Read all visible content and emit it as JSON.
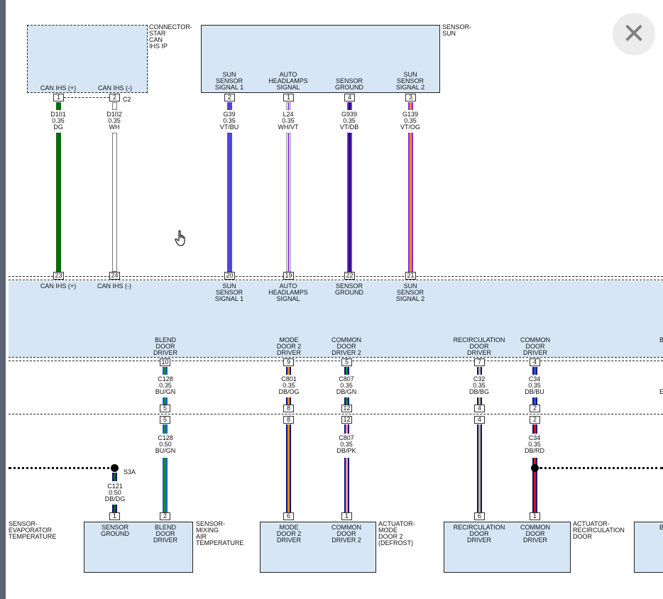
{
  "close_icon": "close-icon",
  "cursor_icon": "hand-pointer-icon",
  "wire_colors": {
    "DG": "#0a6b0a",
    "WH": "#ffffff",
    "VT": "#8a2be2",
    "BU": "#1e5adc",
    "DB": "#10107a",
    "OG": "#ff8c00",
    "GN": "#0f8f2f",
    "RD": "#e01010",
    "PK": "#ff8fb0",
    "BG": "#c8b28a"
  },
  "connector_star": {
    "name": "CONNECTOR-\nSTAR\nCAN\nIHS IP",
    "connector": "C2",
    "pins": [
      {
        "pin": "1",
        "label": "CAN IHS (+)"
      },
      {
        "pin": "2",
        "label": "CAN IHS (-)"
      }
    ]
  },
  "sensor_sun": {
    "name": "SENSOR-\nSUN",
    "pins": [
      {
        "pin": "2",
        "label": "SUN\nSENSOR\nSIGNAL 1"
      },
      {
        "pin": "1",
        "label": "AUTO\nHEADLAMPS\nSIGNAL"
      },
      {
        "pin": "4",
        "label": "SENSOR\nGROUND"
      },
      {
        "pin": "3",
        "label": "SUN\nSENSOR\nSIGNAL 2"
      }
    ]
  },
  "upper_wires": [
    {
      "circuit": "D101",
      "gauge": "0.35",
      "color": "DG"
    },
    {
      "circuit": "D102",
      "gauge": "0.35",
      "color": "WH"
    },
    {
      "circuit": "G39",
      "gauge": "0.35",
      "color": "VT/BU"
    },
    {
      "circuit": "L24",
      "gauge": "0.35",
      "color": "WH/VT"
    },
    {
      "circuit": "G939",
      "gauge": "0.35",
      "color": "VT/DB"
    },
    {
      "circuit": "G139",
      "gauge": "0.35",
      "color": "VT/OG"
    }
  ],
  "module_top_pins": [
    {
      "pin": "23",
      "label": "CAN IHS (+)"
    },
    {
      "pin": "24",
      "label": "CAN IHS (-)"
    },
    {
      "pin": "20",
      "label": "SUN\nSENSOR\nSIGNAL 1"
    },
    {
      "pin": "19",
      "label": "AUTO\nHEADLAMPS\nSIGNAL"
    },
    {
      "pin": "22",
      "label": "SENSOR\nGROUND"
    },
    {
      "pin": "21",
      "label": "SUN\nSENSOR\nSIGNAL 2"
    }
  ],
  "module_bottom_pins": [
    {
      "pin": "10",
      "label": "BLEND\nDOOR\nDRIVER"
    },
    {
      "pin": "9",
      "label": "MODE\nDOOR 2\nDRIVER"
    },
    {
      "pin": "5",
      "label": "COMMON\nDOOR\nDRIVER 2"
    },
    {
      "pin": "7",
      "label": "RECIRCULATION\nDOOR\nDRIVER"
    },
    {
      "pin": "4",
      "label": "COMMON\nDOOR\nDRIVER"
    },
    {
      "pin": "",
      "label": "B"
    }
  ],
  "mid_wires": [
    {
      "circuit": "C128",
      "gauge": "0.35",
      "color": "BU/GN"
    },
    {
      "circuit": "C801",
      "gauge": "0.35",
      "color": "DB/OG"
    },
    {
      "circuit": "C807",
      "gauge": "0.35",
      "color": "DB/GN"
    },
    {
      "circuit": "C32",
      "gauge": "0.35",
      "color": "DB/BG"
    },
    {
      "circuit": "C34",
      "gauge": "0.35",
      "color": "DB/BU"
    }
  ],
  "inline_connector": {
    "upper_pins": [
      "5",
      "8",
      "12",
      "4",
      "2"
    ],
    "lower_pins": [
      "5",
      "8",
      "12",
      "4",
      "2"
    ]
  },
  "lower_wires": [
    {
      "circuit": "C128",
      "gauge": "0.50",
      "color": "BU/GN"
    },
    {
      "circuit": "C807",
      "gauge": "0.35",
      "color": "DB/PK"
    },
    {
      "circuit": "C34",
      "gauge": "0.35",
      "color": "DB/RD"
    }
  ],
  "splice_s3a": {
    "name": "S3A",
    "circuit": "C121",
    "gauge": "0.50",
    "color": "DB/DG"
  },
  "bottom_components": [
    {
      "name": "SENSOR-\nEVAPORATOR\nTEMPERATURE",
      "pins": []
    },
    {
      "name": "SENSOR-\nMIXING\nAIR\nTEMPERATURE",
      "pins": [
        {
          "pin": "1",
          "label": "SENSOR\nGROUND"
        },
        {
          "pin": "2",
          "label": "BLEND\nDOOR\nDRIVER"
        }
      ]
    },
    {
      "name": "ACTUATOR-\nMODE\nDOOR 2\n(DEFROST)",
      "pins": [
        {
          "pin": "6",
          "label": "MODE\nDOOR 2\nDRIVER"
        },
        {
          "pin": "1",
          "label": "COMMON\nDOOR\nDRIVER 2"
        }
      ]
    },
    {
      "name": "ACTUATOR-\nRECIRCULATION\nDOOR",
      "pins": [
        {
          "pin": "6",
          "label": "RECIRCULATION\nDOOR\nDRIVER"
        },
        {
          "pin": "1",
          "label": "COMMON\nDOOR\nDRIVER"
        }
      ]
    },
    {
      "name": "",
      "pins": [
        {
          "pin": "",
          "label": "B"
        }
      ]
    }
  ]
}
